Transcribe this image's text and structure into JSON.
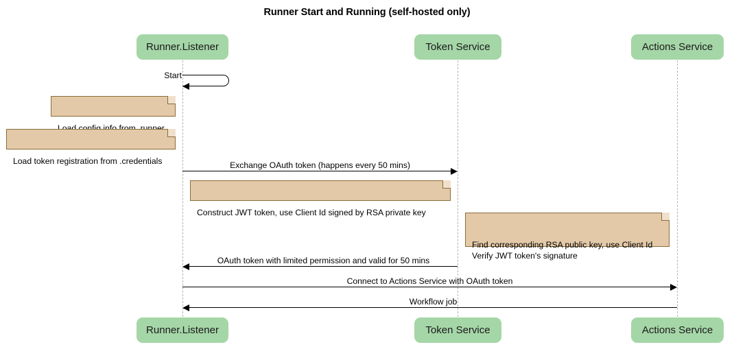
{
  "diagram": {
    "title": "Runner Start and Running (self-hosted only)",
    "type": "sequence-diagram",
    "colors": {
      "participant_fill": "#a5d6a7",
      "note_fill": "#e3c9a8",
      "note_border": "#8a6d3b",
      "lifeline": "#b3b3b3",
      "arrow": "#000000",
      "background": "#ffffff"
    }
  },
  "participants": [
    {
      "id": "runner",
      "label": "Runner.Listener"
    },
    {
      "id": "token",
      "label": "Token Service"
    },
    {
      "id": "actions",
      "label": "Actions Service"
    }
  ],
  "messages": [
    {
      "id": "m1",
      "label": "Start",
      "kind": "self",
      "from": "runner",
      "to": "runner",
      "arrow": "left"
    },
    {
      "id": "m2",
      "label": "Exchange OAuth token (happens every 50 mins)",
      "kind": "call",
      "from": "runner",
      "to": "token",
      "arrow": "right"
    },
    {
      "id": "m3",
      "label": "OAuth token with limited permission and valid for 50 mins",
      "kind": "return",
      "from": "token",
      "to": "runner",
      "arrow": "left"
    },
    {
      "id": "m4",
      "label": "Connect to Actions Service with OAuth token",
      "kind": "call",
      "from": "runner",
      "to": "actions",
      "arrow": "right"
    },
    {
      "id": "m5",
      "label": "Workflow job",
      "kind": "return",
      "from": "actions",
      "to": "runner",
      "arrow": "left"
    }
  ],
  "notes": [
    {
      "id": "n1",
      "text": "Load config info from .runner",
      "attached_to": "runner",
      "side": "left"
    },
    {
      "id": "n2",
      "text": "Load token registration from .credentials",
      "attached_to": "runner",
      "side": "left"
    },
    {
      "id": "n3",
      "text": "Construct JWT token, use Client Id signed by RSA private key",
      "attached_to": "runner",
      "side": "right"
    },
    {
      "id": "n4",
      "text": "Find corresponding RSA public key, use Client Id\nVerify JWT token's signature",
      "attached_to": "token",
      "side": "right"
    }
  ]
}
